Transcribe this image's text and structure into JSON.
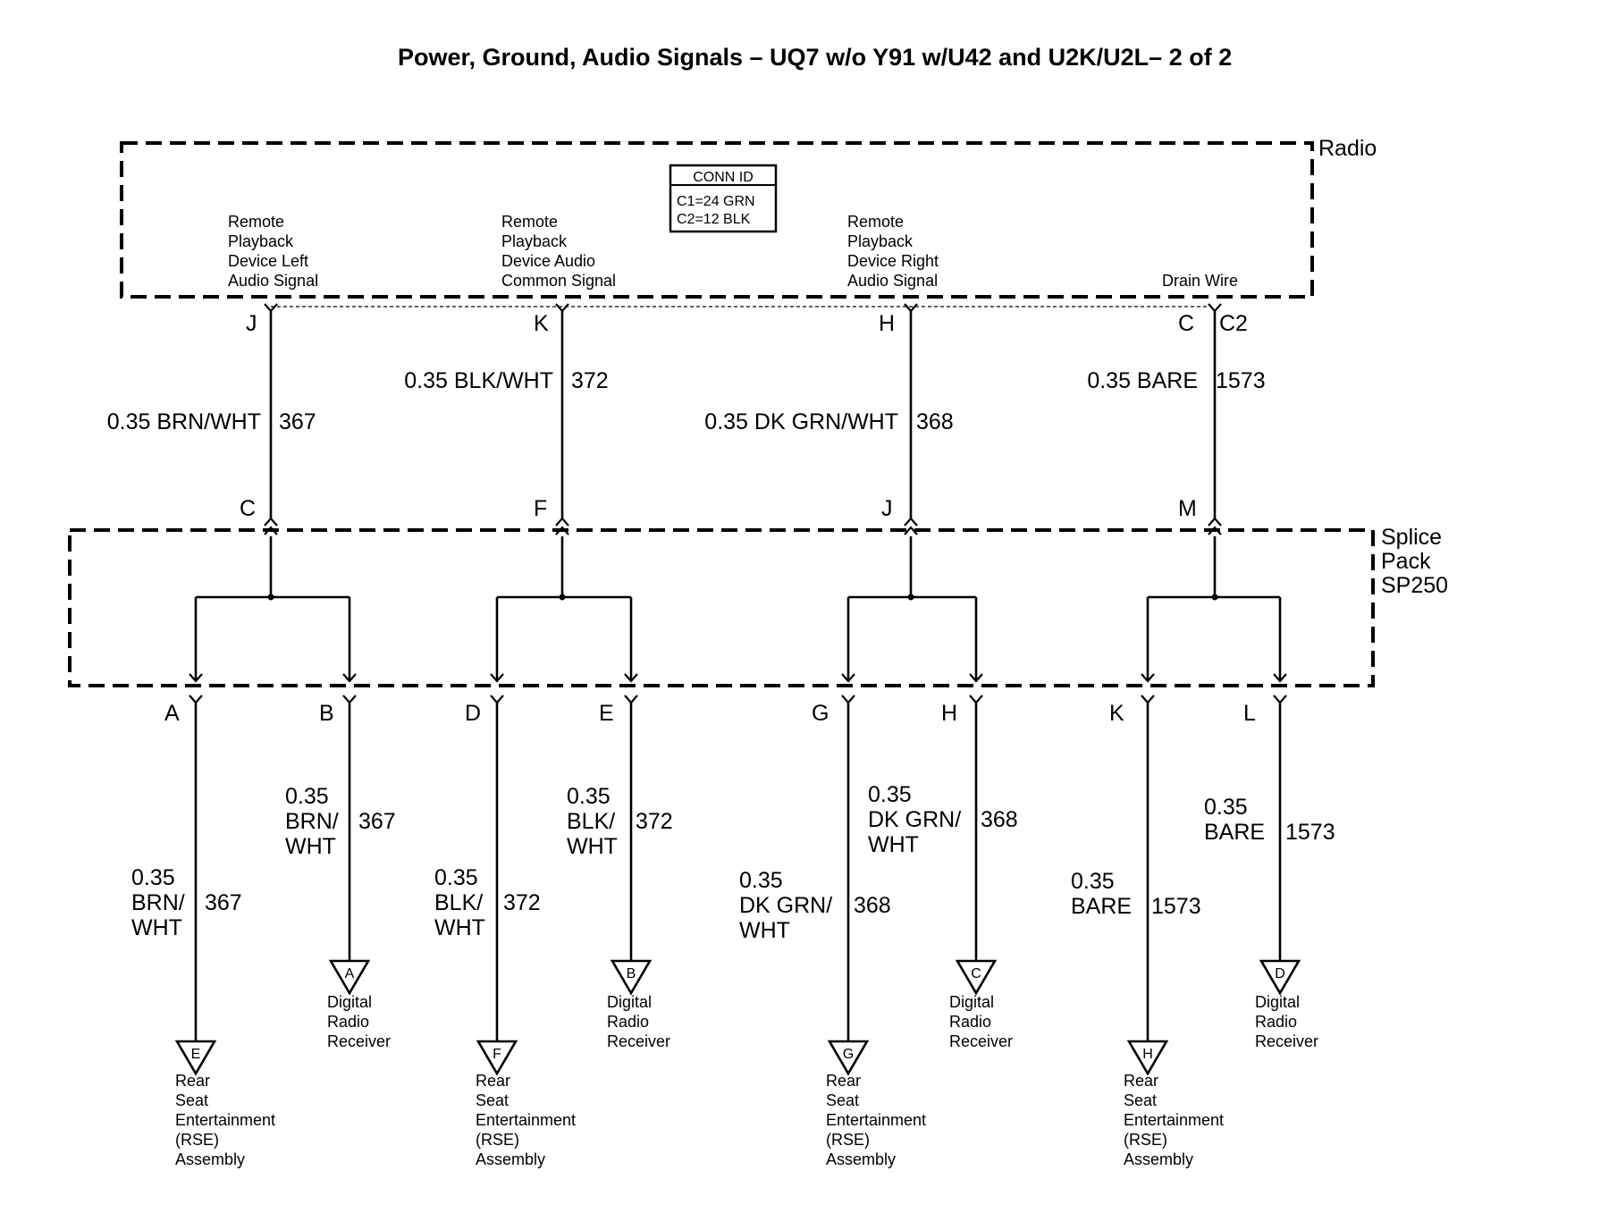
{
  "title": "Power, Ground, Audio Signals – UQ7  w/o Y91 w/U42 and U2K/U2L–  2 of 2",
  "radio": {
    "label": "Radio",
    "conn_id": {
      "header": "CONN ID",
      "c1": "C1=24 GRN",
      "c2": "C2=12 BLK"
    },
    "signals": [
      {
        "lines": [
          "Remote",
          "Playback",
          "Device Left",
          "Audio Signal"
        ],
        "pin": "J"
      },
      {
        "lines": [
          "Remote",
          "Playback",
          "Device Audio",
          "Common Signal"
        ],
        "pin": "K"
      },
      {
        "lines": [
          "Remote",
          "Playback",
          "Device Right",
          "Audio Signal"
        ],
        "pin": "H"
      },
      {
        "lines": [
          "Drain Wire"
        ],
        "pin": "C",
        "connector": "C2"
      }
    ]
  },
  "upper_wires": [
    {
      "spec": "0.35 BRN/WHT",
      "circuit": "367"
    },
    {
      "spec": "0.35 BLK/WHT",
      "circuit": "372"
    },
    {
      "spec": "0.35 DK GRN/WHT",
      "circuit": "368"
    },
    {
      "spec": "0.35 BARE",
      "circuit": "1573"
    }
  ],
  "splice_pack": {
    "label_lines": [
      "Splice",
      "Pack",
      "SP250"
    ],
    "top_pins": [
      "C",
      "F",
      "J",
      "M"
    ],
    "bottom_pins": [
      "A",
      "B",
      "D",
      "E",
      "G",
      "H",
      "K",
      "L"
    ]
  },
  "lower_wires": [
    {
      "lines": [
        "0.35",
        "BRN/",
        "WHT"
      ],
      "circuit": "367",
      "terminal": "E",
      "dest": [
        "Rear",
        "Seat",
        "Entertainment",
        "(RSE)",
        "Assembly"
      ]
    },
    {
      "lines": [
        "0.35",
        "BRN/",
        "WHT"
      ],
      "circuit": "367",
      "terminal": "A",
      "dest": [
        "Digital",
        "Radio",
        "Receiver"
      ]
    },
    {
      "lines": [
        "0.35",
        "BLK/",
        "WHT"
      ],
      "circuit": "372",
      "terminal": "F",
      "dest": [
        "Rear",
        "Seat",
        "Entertainment",
        "(RSE)",
        "Assembly"
      ]
    },
    {
      "lines": [
        "0.35",
        "BLK/",
        "WHT"
      ],
      "circuit": "372",
      "terminal": "B",
      "dest": [
        "Digital",
        "Radio",
        "Receiver"
      ]
    },
    {
      "lines": [
        "0.35",
        "DK GRN/",
        "WHT"
      ],
      "circuit": "368",
      "terminal": "G",
      "dest": [
        "Rear",
        "Seat",
        "Entertainment",
        "(RSE)",
        "Assembly"
      ]
    },
    {
      "lines": [
        "0.35",
        "DK GRN/",
        "WHT"
      ],
      "circuit": "368",
      "terminal": "C",
      "dest": [
        "Digital",
        "Radio",
        "Receiver"
      ]
    },
    {
      "lines": [
        "0.35",
        "BARE"
      ],
      "circuit": "1573",
      "terminal": "H",
      "dest": [
        "Rear",
        "Seat",
        "Entertainment",
        "(RSE)",
        "Assembly"
      ]
    },
    {
      "lines": [
        "0.35",
        "BARE"
      ],
      "circuit": "1573",
      "terminal": "D",
      "dest": [
        "Digital",
        "Radio",
        "Receiver"
      ]
    }
  ]
}
